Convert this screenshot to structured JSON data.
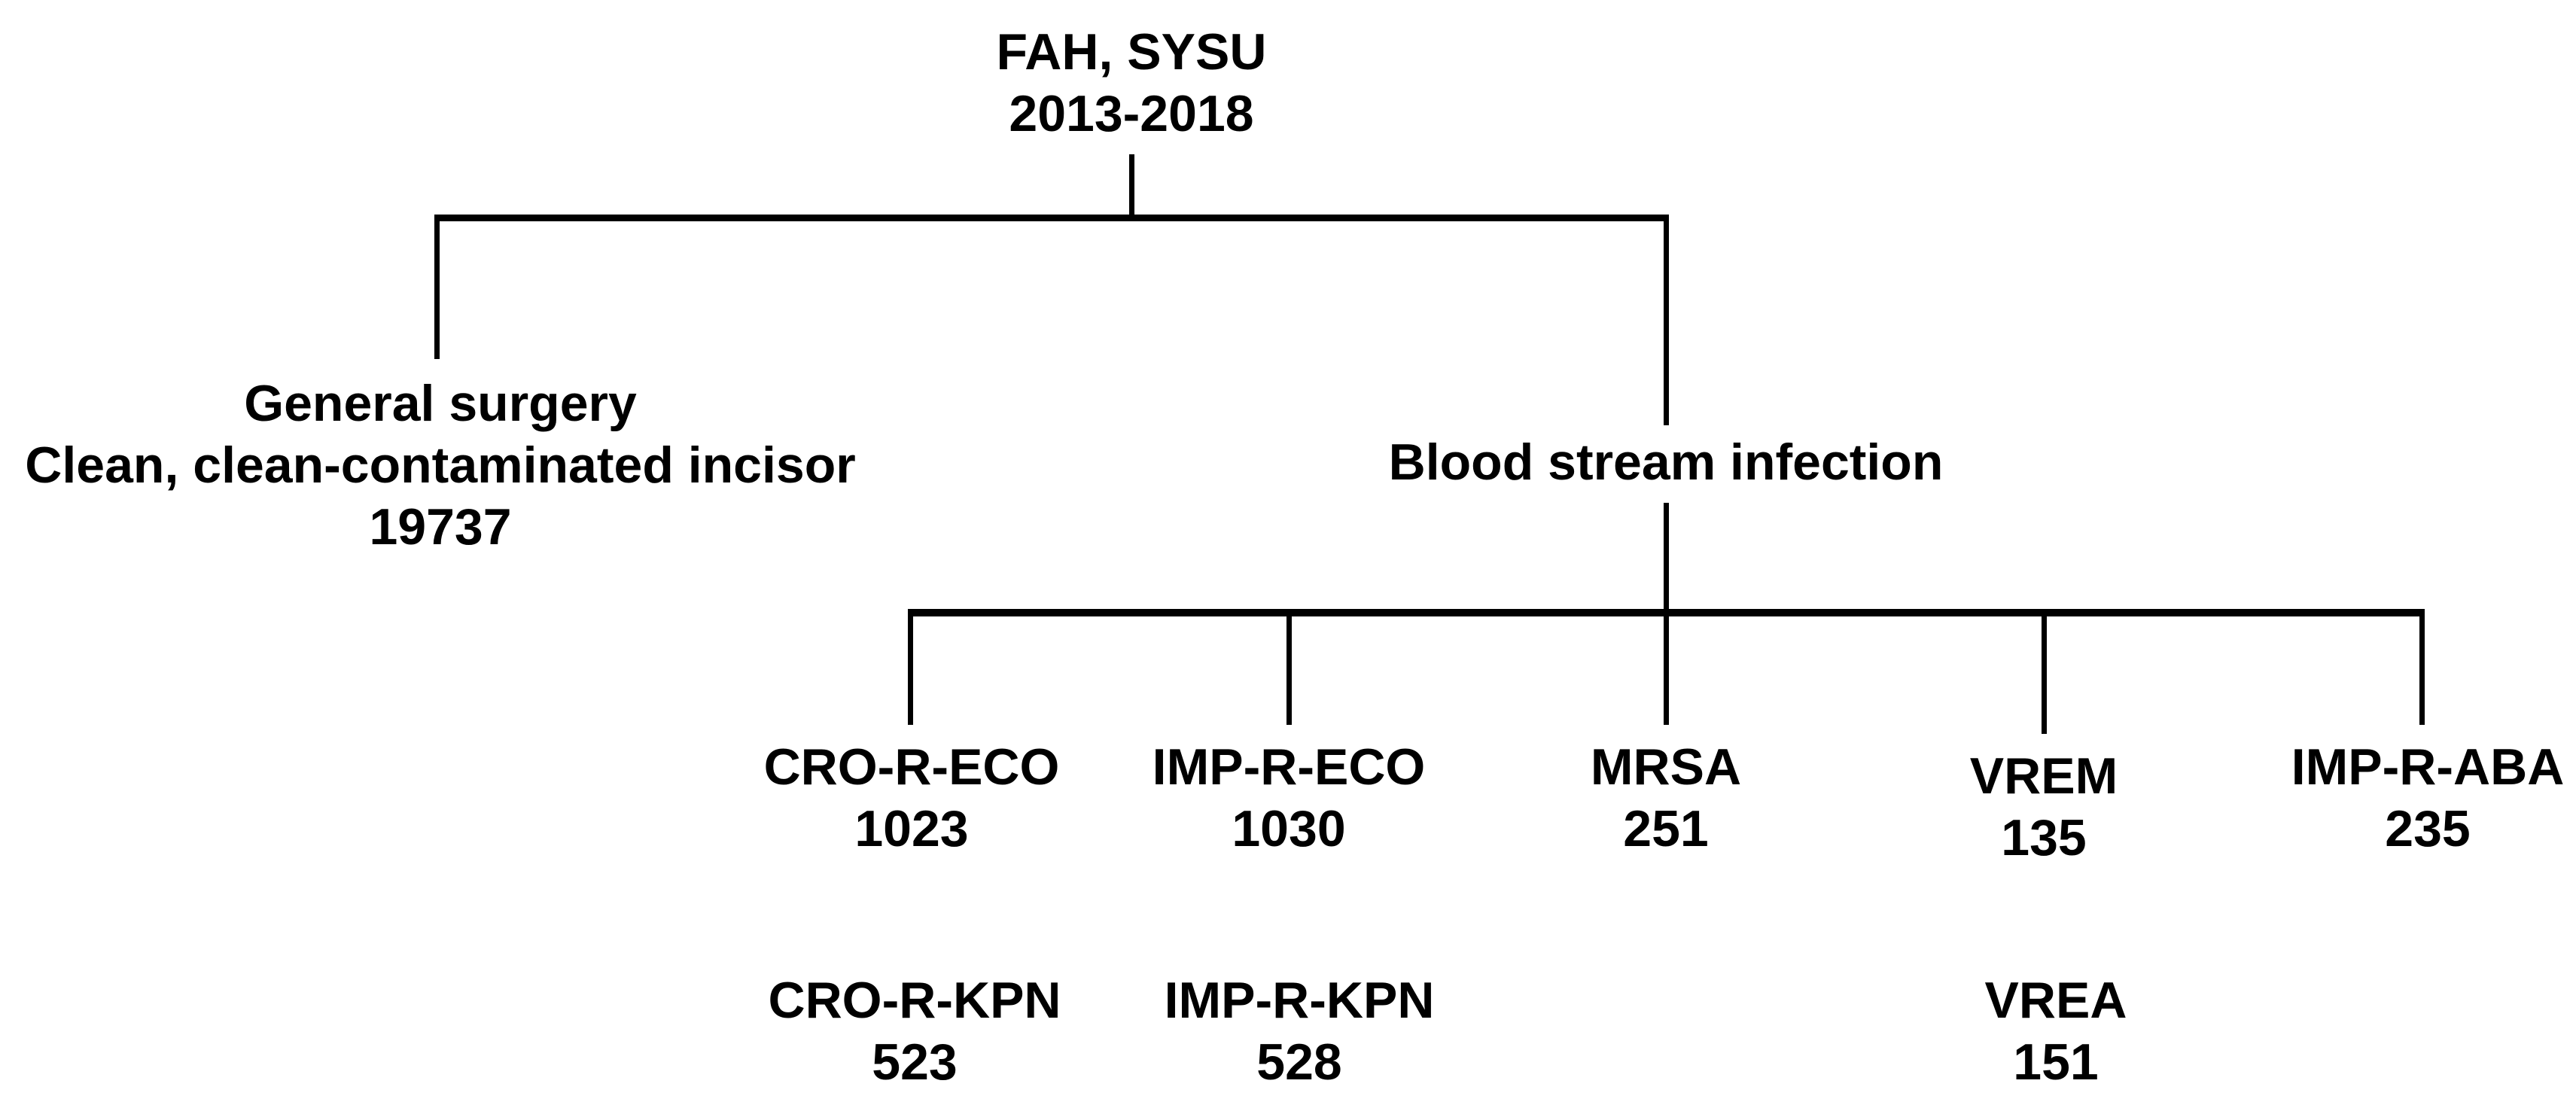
{
  "nodes": {
    "root": {
      "line1": "FAH, SYSU",
      "line2": "2013-2018"
    },
    "general_surgery": {
      "line1": "General surgery",
      "line2": "Clean, clean-contaminated incisor",
      "count": "19737"
    },
    "blood_stream_infection": {
      "label": "Blood stream infection"
    },
    "bsi_children": [
      {
        "label": "CRO-R-ECO",
        "count": "1023"
      },
      {
        "label": "IMP-R-ECO",
        "count": "1030"
      },
      {
        "label": "MRSA",
        "count": "251"
      },
      {
        "label": "VREM",
        "count": "135"
      },
      {
        "label": "IMP-R-ABA",
        "count": "235"
      }
    ],
    "bsi_children_row2": [
      {
        "label": "CRO-R-KPN",
        "count": "523"
      },
      {
        "label": "IMP-R-KPN",
        "count": "528"
      },
      {
        "label": "VREA",
        "count": "151"
      }
    ]
  },
  "colors": {
    "background": "#ffffff",
    "text": "#000000",
    "line": "#000000"
  }
}
